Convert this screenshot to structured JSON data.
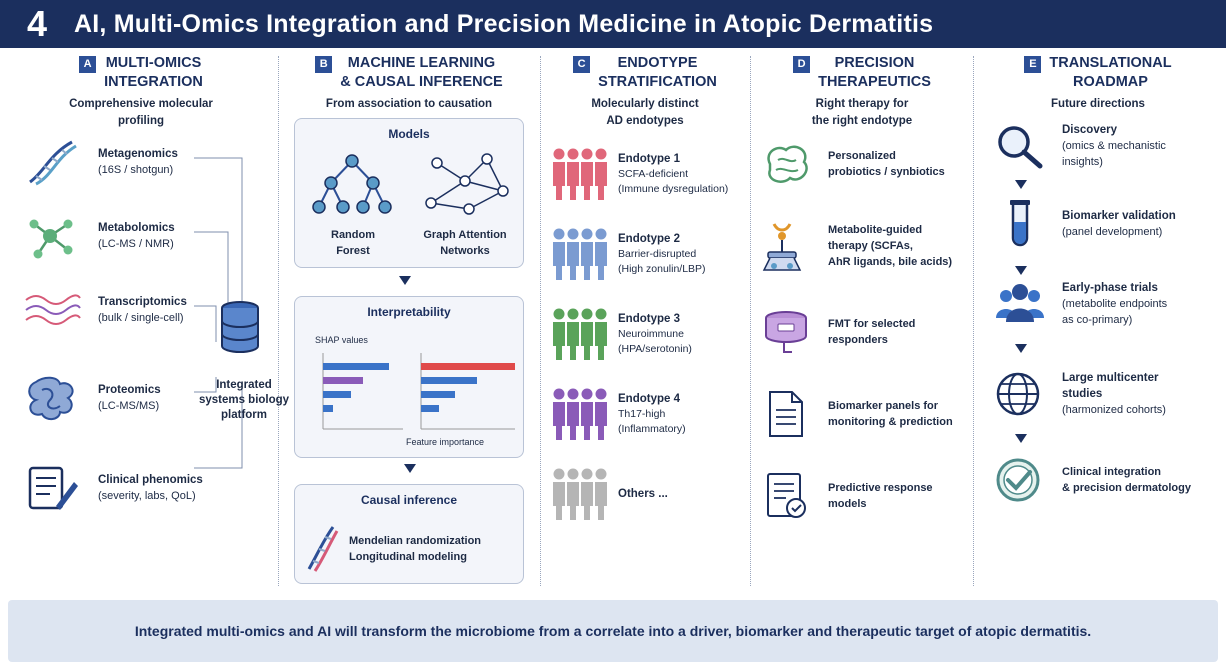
{
  "header": {
    "number": "4",
    "title": "AI, Multi-Omics Integration and Precision Medicine in Atopic Dermatitis"
  },
  "colors": {
    "navy": "#1b2f5e",
    "accent": "#2c4f96",
    "footer_bg": "#dde5f1",
    "endotype1": "#e0677a",
    "endotype2": "#7b9bd1",
    "endotype3": "#5aa35a",
    "endotype4": "#8a5bb8",
    "others": "#b5b5b5"
  },
  "columns": {
    "a": {
      "badge": "A",
      "title_line1": "MULTI-OMICS",
      "title_line2": "INTEGRATION",
      "sub_line1": "Comprehensive molecular",
      "sub_line2": "profiling",
      "items": [
        {
          "icon": "dna-icon",
          "name": "Metagenomics",
          "detail": "(16S / shotgun)"
        },
        {
          "icon": "molecule-icon",
          "name": "Metabolomics",
          "detail": "(LC-MS / NMR)"
        },
        {
          "icon": "waves-icon",
          "name": "Transcriptomics",
          "detail": "(bulk / single-cell)"
        },
        {
          "icon": "protein-icon",
          "name": "Proteomics",
          "detail": "(LC-MS/MS)"
        },
        {
          "icon": "clipboard-icon",
          "name": "Clinical phenomics",
          "detail": "(severity, labs, QoL)"
        }
      ],
      "platform_line1": "Integrated",
      "platform_line2": "systems biology",
      "platform_line3": "platform"
    },
    "b": {
      "badge": "B",
      "title_line1": "MACHINE LEARNING",
      "title_line2": "& CAUSAL INFERENCE",
      "sub_line1": "From association to causation",
      "models": {
        "title": "Models",
        "rf_line1": "Random",
        "rf_line2": "Forest",
        "gat_line1": "Graph Attention",
        "gat_line2": "Networks"
      },
      "interp": {
        "title": "Interpretability",
        "shap": "SHAP values",
        "feature": "Feature importance"
      },
      "causal": {
        "title": "Causal inference",
        "line1": "Mendelian randomization",
        "line2": "Longitudinal modeling"
      }
    },
    "c": {
      "badge": "C",
      "title_line1": "ENDOTYPE",
      "title_line2": "STRATIFICATION",
      "sub_line1": "Molecularly distinct",
      "sub_line2": "AD endotypes",
      "endotypes": [
        {
          "name": "Endotype 1",
          "line1": "SCFA-deficient",
          "line2": "(Immune dysregulation)"
        },
        {
          "name": "Endotype 2",
          "line1": "Barrier-disrupted",
          "line2": "(High zonulin/LBP)"
        },
        {
          "name": "Endotype 3",
          "line1": "Neuroimmune",
          "line2": "(HPA/serotonin)"
        },
        {
          "name": "Endotype 4",
          "line1": "Th17-high",
          "line2": "(Inflammatory)"
        },
        {
          "name": "Others ...",
          "line1": "",
          "line2": ""
        }
      ]
    },
    "d": {
      "badge": "D",
      "title_line1": "PRECISION",
      "title_line2": "THERAPEUTICS",
      "sub_line1": "Right therapy for",
      "sub_line2": "the right endotype",
      "items": [
        {
          "icon": "bacteria-icon",
          "line1": "Personalized",
          "line2": "probiotics / synbiotics",
          "line3": ""
        },
        {
          "icon": "lab-icon",
          "line1": "Metabolite-guided",
          "line2": "therapy (SCFAs,",
          "line3": "AhR ligands, bile acids)"
        },
        {
          "icon": "capsule-icon",
          "line1": "FMT for selected",
          "line2": "responders",
          "line3": ""
        },
        {
          "icon": "document-icon",
          "line1": "Biomarker panels for",
          "line2": "monitoring & prediction",
          "line3": ""
        },
        {
          "icon": "report-icon",
          "line1": "Predictive response",
          "line2": "models",
          "line3": ""
        }
      ]
    },
    "e": {
      "badge": "E",
      "title_line1": "TRANSLATIONAL",
      "title_line2": "ROADMAP",
      "sub_line1": "Future directions",
      "steps": [
        {
          "icon": "magnifier-icon",
          "title": "Discovery",
          "line1": "(omics & mechanistic",
          "line2": "insights)"
        },
        {
          "icon": "test-tube-icon",
          "title": "Biomarker validation",
          "line1": "(panel development)",
          "line2": ""
        },
        {
          "icon": "people-icon",
          "title": "Early-phase trials",
          "line1": "(metabolite endpoints",
          "line2": "as co-primary)"
        },
        {
          "icon": "globe-icon",
          "title": "Large multicenter",
          "line1": "studies",
          "line2": "(harmonized cohorts)"
        },
        {
          "icon": "check-badge-icon",
          "title": "Clinical integration",
          "line1": "& precision dermatology",
          "line2": ""
        }
      ]
    }
  },
  "footer": {
    "text": "Integrated multi-omics and AI will transform the microbiome from a correlate into a driver, biomarker and therapeutic target of atopic dermatitis."
  }
}
